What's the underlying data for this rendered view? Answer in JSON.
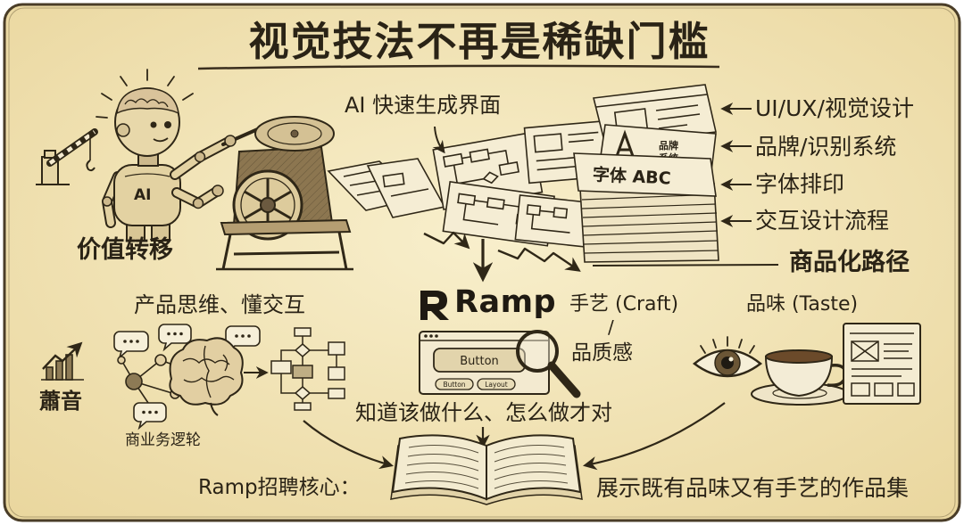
{
  "title": "视觉技法不再是稀缺门槛",
  "top_section": {
    "ai_generate_label": "AI 快速生成界面",
    "value_shift_label": "价值转移",
    "robot_chest_label": "AI",
    "commodity_items": [
      "UI/UX/视觉设计",
      "品牌/识别系统",
      "字体排印",
      "交互设计流程"
    ],
    "commodity_path_label": "商品化路径",
    "paper_brand_lines": [
      "品牌",
      "系统"
    ],
    "paper_typography_label": "字体 ABC"
  },
  "middle_section": {
    "product_thinking_label": "产品思维、懂交互",
    "business_logic_label": "商业务逻轮",
    "brand_name": "Ramp",
    "craft_label": "手艺 (Craft)",
    "craft_separator": "/",
    "quality_label": "品质感",
    "taste_label": "品味 (Taste)",
    "mockup_main_button": "Button",
    "mockup_small_buttons": [
      "Button",
      "Layout"
    ],
    "know_what_label": "知道该做什么、怎么做才对"
  },
  "bottom_section": {
    "hiring_core_label": "Ramp招聘核心：",
    "portfolio_label": "展示既有品味又有手艺的作品集"
  },
  "author_watermark": "蕭音",
  "colors": {
    "background": "#f3e6b5",
    "ink": "#2f2717",
    "paper": "#f5edd4",
    "metal": "#8c7650"
  },
  "icons": [
    "barrier-gate-icon",
    "light-rays-icon",
    "robot-illustration",
    "printing-press-illustration",
    "paper-stack-illustration",
    "arrow-left-icon",
    "zigzag-arrow-icon",
    "down-arrow-icon",
    "ramp-logo-icon",
    "speech-bubble-icon",
    "network-nodes-icon",
    "brain-illustration",
    "flowchart-illustration",
    "browser-window-illustration",
    "magnifying-glass-icon",
    "eye-icon",
    "coffee-cup-icon",
    "document-sketch-icon",
    "growth-chart-icon",
    "curved-arrow-icon",
    "open-book-illustration"
  ]
}
